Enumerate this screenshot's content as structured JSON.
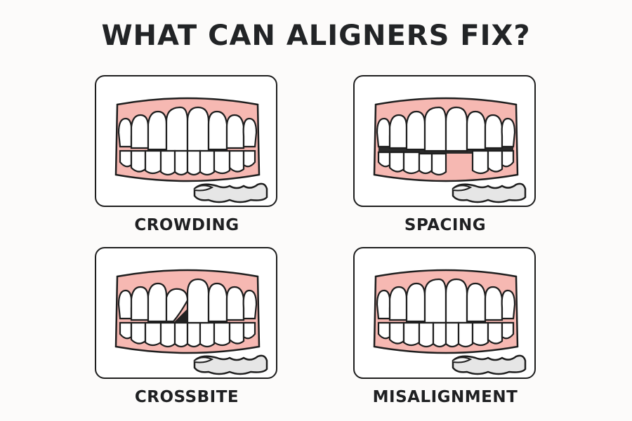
{
  "title": "WHAT CAN ALIGNERS FIX?",
  "colors": {
    "background": "#fcfbfa",
    "gum": "#f6b8b2",
    "tooth": "#ffffff",
    "outline": "#1e1e1e",
    "aligner": "#e6e6e6",
    "text": "#222426"
  },
  "panels": [
    {
      "id": "crowding",
      "label": "CROWDING",
      "illustration": "teeth-crowding-icon"
    },
    {
      "id": "spacing",
      "label": "SPACING",
      "illustration": "teeth-spacing-icon"
    },
    {
      "id": "crossbite",
      "label": "CROSSBITE",
      "illustration": "teeth-crossbite-icon"
    },
    {
      "id": "misalignment",
      "label": "MISALIGNMENT",
      "illustration": "teeth-misalignment-icon"
    }
  ]
}
